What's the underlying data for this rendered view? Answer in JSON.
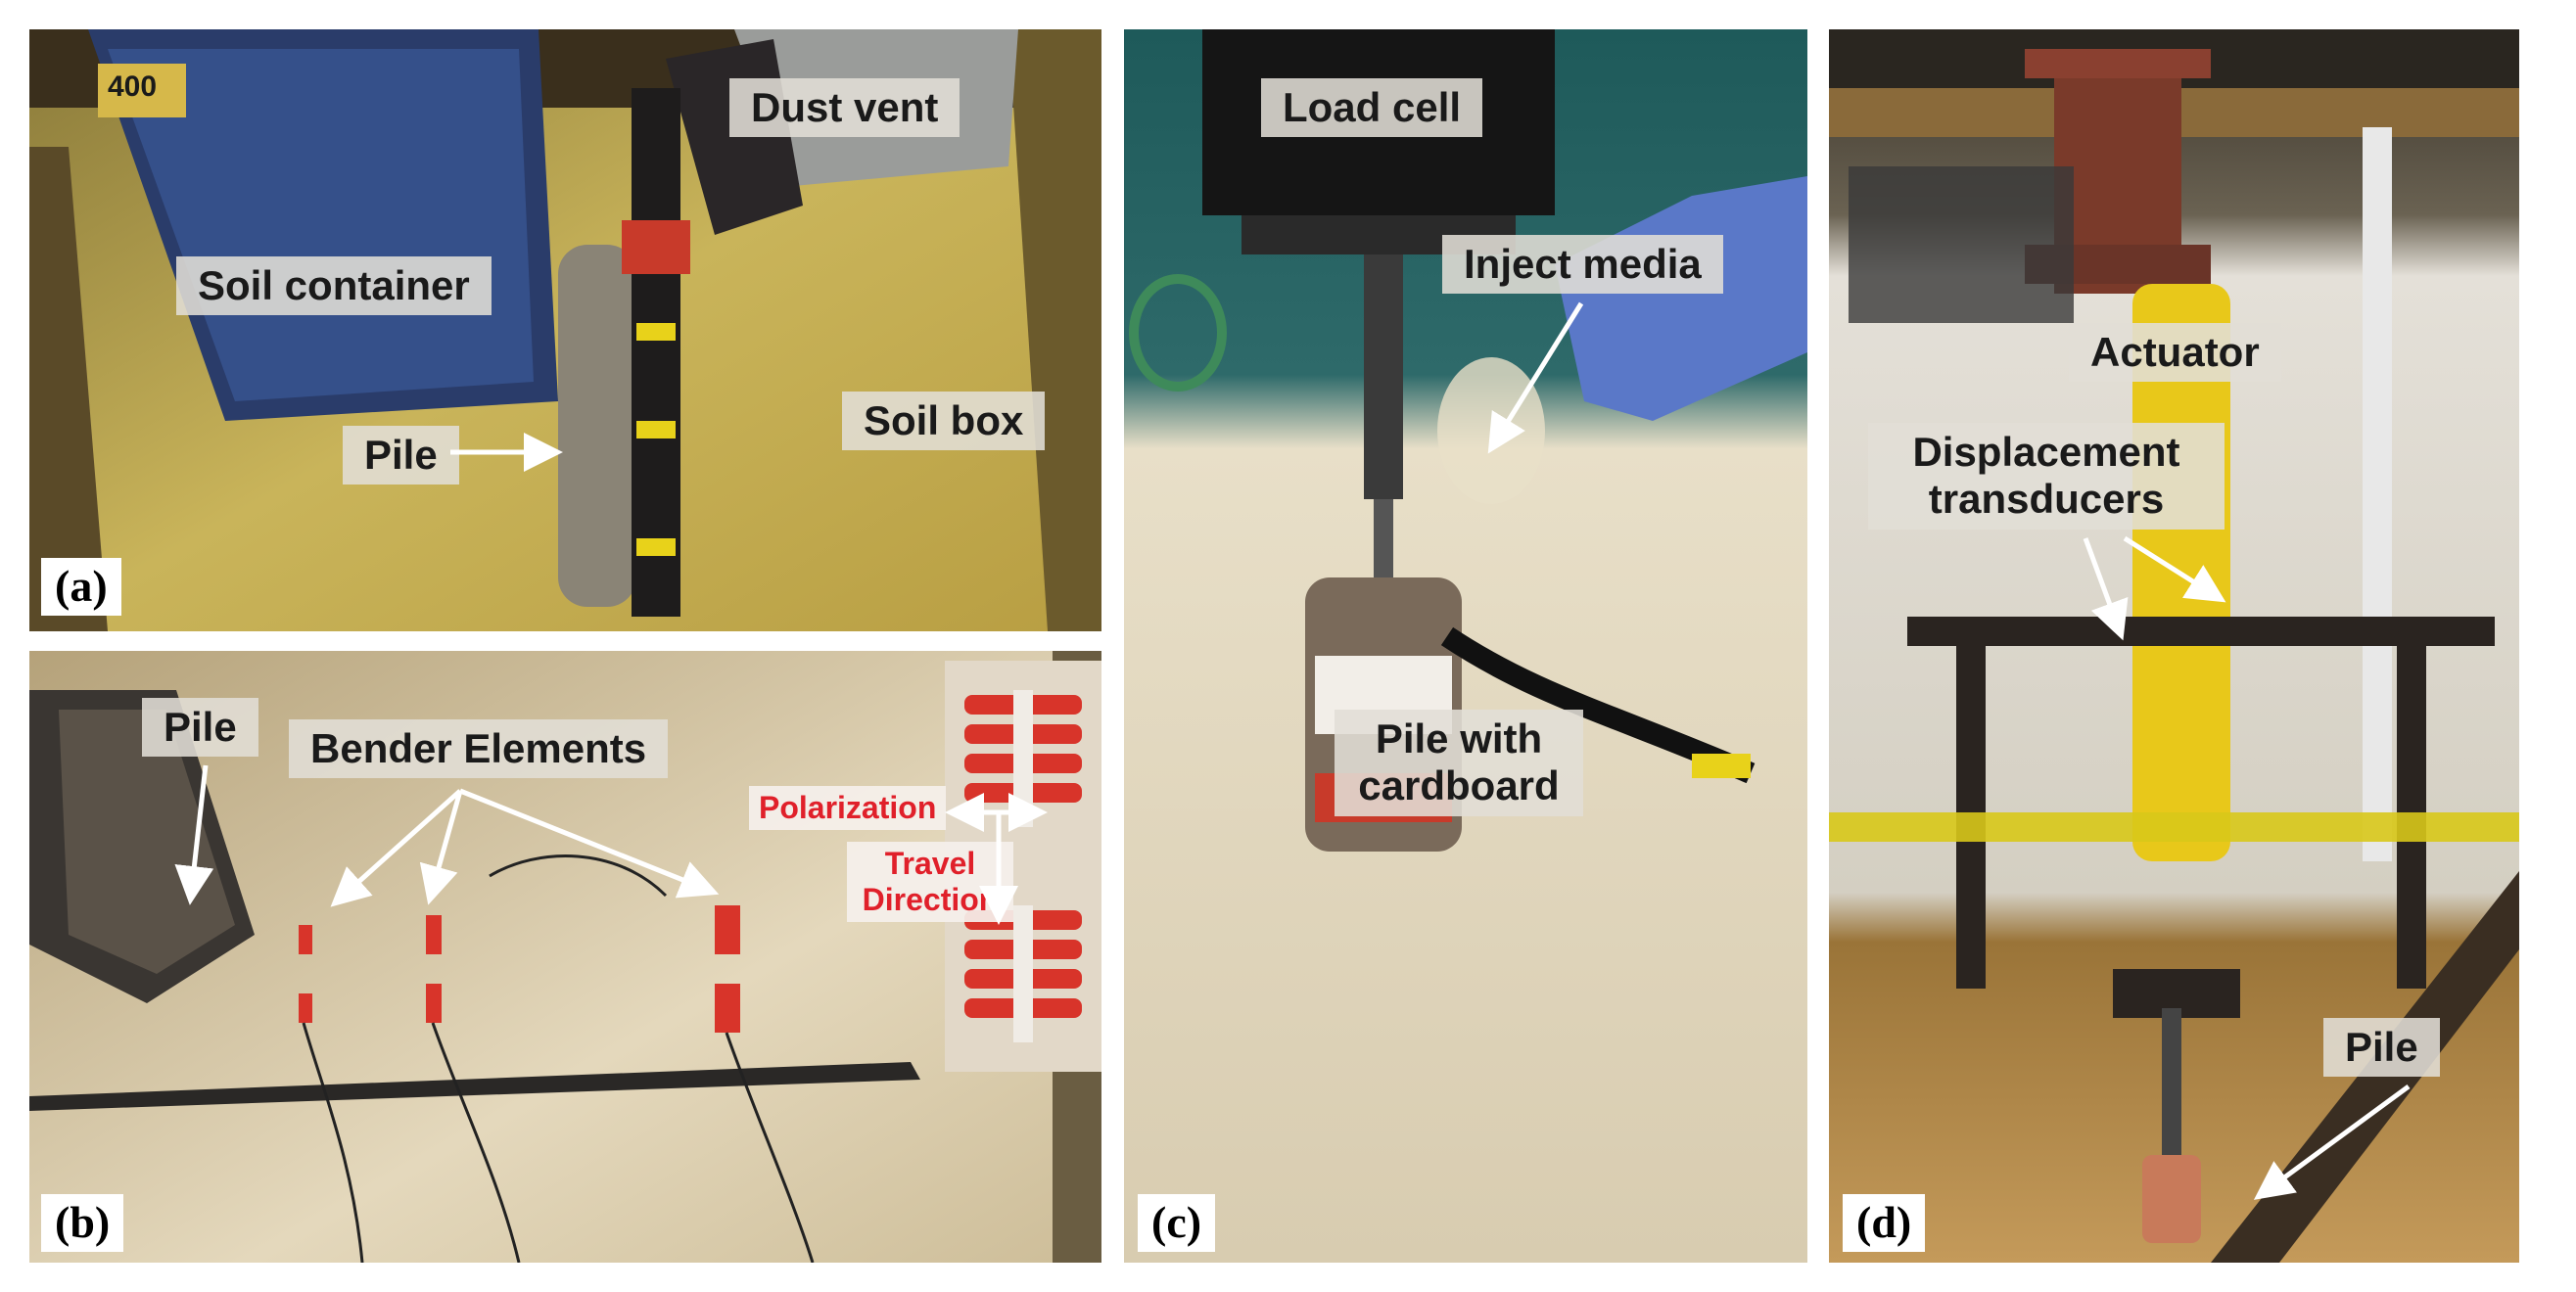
{
  "panels": {
    "a": {
      "tag": "(a)",
      "labels": {
        "dust_vent": "Dust vent",
        "soil_container": "Soil container",
        "soil_box": "Soil box",
        "pile": "Pile",
        "container_sticker": "400"
      }
    },
    "b": {
      "tag": "(b)",
      "labels": {
        "pile": "Pile",
        "bender_elements": "Bender Elements",
        "polarization": "Polarization",
        "travel_direction": "Travel Direction"
      }
    },
    "c": {
      "tag": "(c)",
      "labels": {
        "load_cell": "Load cell",
        "inject_media": "Inject media",
        "pile_with_cardboard": "Pile with cardboard"
      }
    },
    "d": {
      "tag": "(d)",
      "labels": {
        "actuator": "Actuator",
        "displacement_transducers": "Displacement transducers",
        "pile": "Pile"
      }
    }
  },
  "colors": {
    "label_bg": "#e1ded6",
    "label_text": "#1a1a1a",
    "accent_red": "#e0202a",
    "arrow": "#ffffff"
  }
}
